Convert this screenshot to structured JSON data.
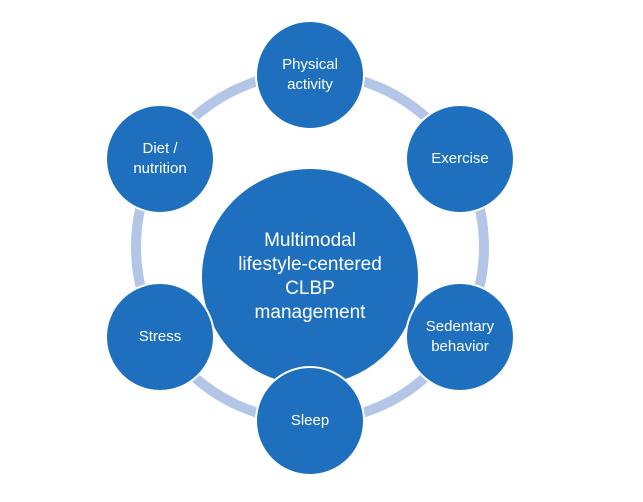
{
  "diagram": {
    "center_label": "Multimodal\nlifestyle-centered\nCLBP\nmanagement",
    "satellites": [
      {
        "id": "physical",
        "label": "Physical\nactivity"
      },
      {
        "id": "exercise",
        "label": "Exercise"
      },
      {
        "id": "sedentary",
        "label": "Sedentary\nbehavior"
      },
      {
        "id": "sleep",
        "label": "Sleep"
      },
      {
        "id": "stress",
        "label": "Stress"
      },
      {
        "id": "diet",
        "label": "Diet /\nnutrition"
      }
    ]
  },
  "colors": {
    "node_fill": "#1f6fbf",
    "ring": "#b4c6e7",
    "text": "#ffffff",
    "background": "#ffffff"
  }
}
